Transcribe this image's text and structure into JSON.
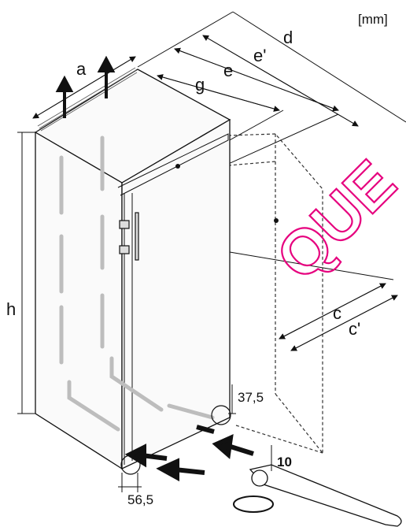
{
  "units": "[mm]",
  "dimensions": {
    "a": "a",
    "d": "d",
    "e_prime": "e'",
    "e": "e",
    "g": "g",
    "h": "h",
    "c": "c",
    "c_prime": "c'",
    "height_37_5": "37,5",
    "depth_56_5": "56,5",
    "wrench_size": "10"
  },
  "watermark": "QUE",
  "colors": {
    "line": "#111111",
    "arrow_gray": "#bdbdbd",
    "watermark": "#e6007e"
  }
}
